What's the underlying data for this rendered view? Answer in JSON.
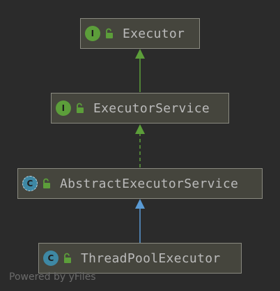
{
  "diagram": {
    "nodes": [
      {
        "id": "executor",
        "label": "Executor",
        "kind_letter": "I",
        "kind": "interface"
      },
      {
        "id": "executor-service",
        "label": "ExecutorService",
        "kind_letter": "I",
        "kind": "interface"
      },
      {
        "id": "abstract-executor-service",
        "label": "AbstractExecutorService",
        "kind_letter": "C",
        "kind": "abstract class"
      },
      {
        "id": "thread-pool-executor",
        "label": "ThreadPoolExecutor",
        "kind_letter": "C",
        "kind": "class"
      }
    ],
    "edges": [
      {
        "from": "executor-service",
        "to": "executor",
        "type": "extends",
        "color": "#5c9e3a",
        "style": "solid"
      },
      {
        "from": "abstract-executor-service",
        "to": "executor-service",
        "type": "implements",
        "color": "#5c9e3a",
        "style": "dashed"
      },
      {
        "from": "thread-pool-executor",
        "to": "abstract-executor-service",
        "type": "extends",
        "color": "#5a9bd5",
        "style": "solid"
      }
    ],
    "watermark": "Powered by yFiles"
  },
  "colors": {
    "background": "#2b2b2b",
    "node_fill": "#45453d",
    "node_border": "#8a8a80",
    "interface_badge": "#5c9e3a",
    "class_badge": "#3e88a4",
    "lock": "#5c9e3a",
    "text": "#bbbbbb"
  },
  "icons": {
    "interface": "interface-icon",
    "class": "class-icon",
    "abstract": "abstract-class-icon",
    "visibility": "unlocked-padlock-icon"
  }
}
